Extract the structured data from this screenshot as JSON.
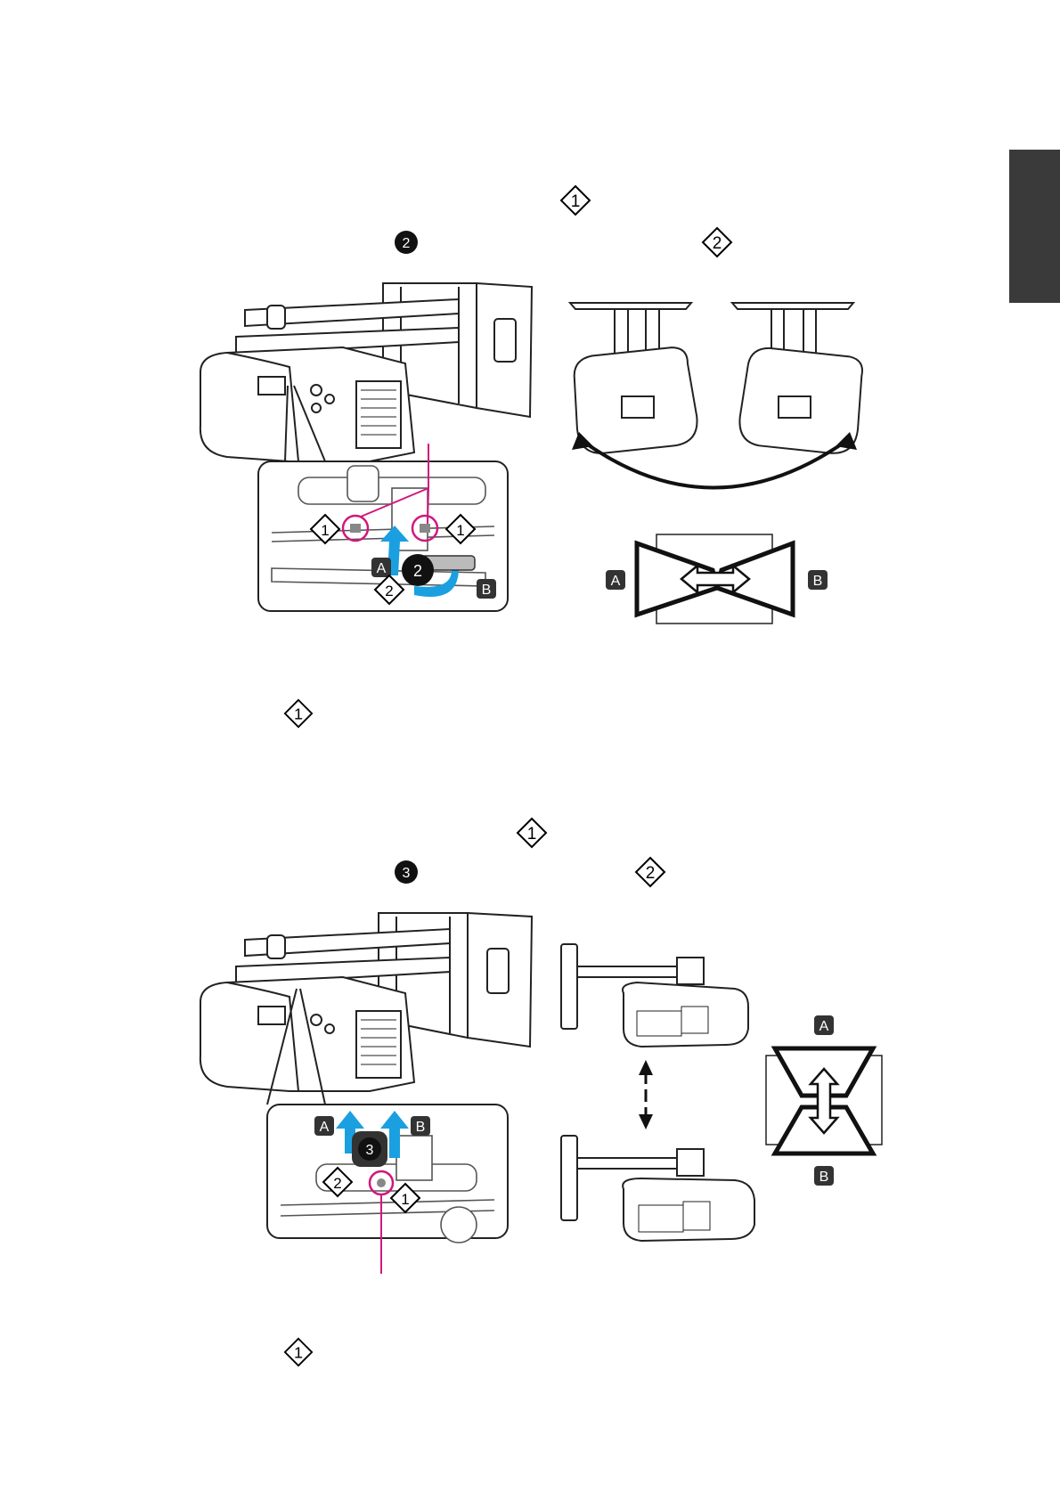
{
  "page": {
    "tab_color": "#3a3a3a",
    "accent_magenta": "#d0187f",
    "accent_blue": "#1aa0e0"
  },
  "section1": {
    "heading_marks": [
      "1",
      "2",
      "2"
    ],
    "callouts": {
      "left_1": "1",
      "right_1": "1",
      "knob": "2",
      "dir_2": "2",
      "a": "A",
      "b": "B"
    },
    "keystone_labels": {
      "a": "A",
      "b": "B"
    },
    "note_mark": "1"
  },
  "section2": {
    "heading_marks": [
      "1",
      "3",
      "2"
    ],
    "callouts": {
      "a": "A",
      "b": "B",
      "knob": "3",
      "dir_2": "2",
      "screw_1": "1"
    },
    "keystone_labels": {
      "a": "A",
      "b": "B"
    },
    "note_mark": "1"
  }
}
